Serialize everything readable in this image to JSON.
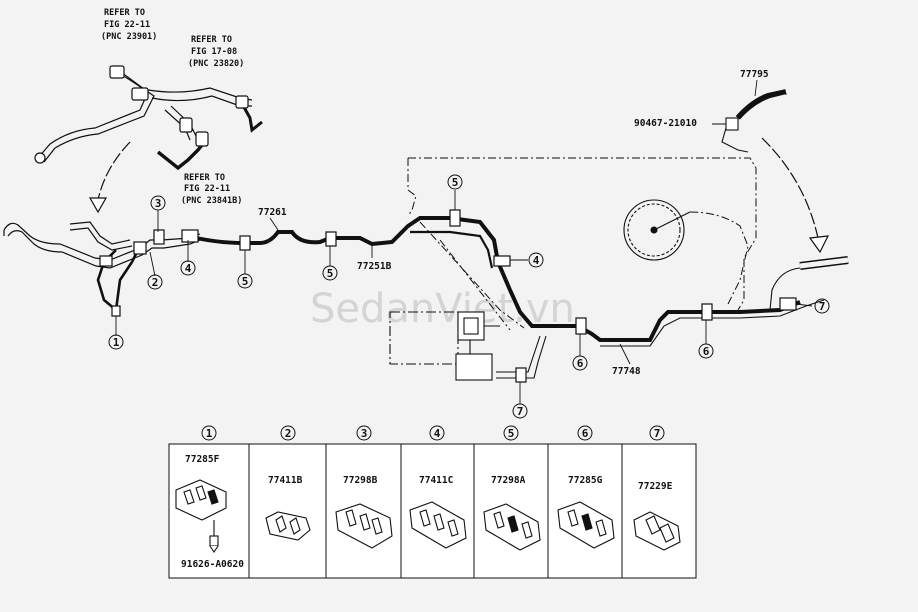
{
  "refer_notes": {
    "a": [
      "REFER TO",
      "FIG 22-11",
      "(PNC 23901)"
    ],
    "b": [
      "REFER TO",
      "FIG 17-08",
      "(PNC 23820)"
    ],
    "c": [
      "REFER TO",
      "FIG 22-11",
      "(PNC 23841B)"
    ]
  },
  "part_labels": {
    "p77261": "77261",
    "p77251b": "77251B",
    "p77748": "77748",
    "p77795": "77795",
    "p90467": "90467-21010"
  },
  "callouts": {
    "c1": "1",
    "c2": "2",
    "c3": "3",
    "c4a": "4",
    "c4b": "4",
    "c5a": "5",
    "c5b": "5",
    "c5c": "5",
    "c6a": "6",
    "c6b": "6",
    "c7a": "7",
    "c7b": "7"
  },
  "watermark": "SedanViet.vn",
  "legend": [
    {
      "num": "1",
      "part": "77285F",
      "sub": "91626-A0620"
    },
    {
      "num": "2",
      "part": "77411B"
    },
    {
      "num": "3",
      "part": "77298B"
    },
    {
      "num": "4",
      "part": "77411C"
    },
    {
      "num": "5",
      "part": "77298A"
    },
    {
      "num": "6",
      "part": "77285G"
    },
    {
      "num": "7",
      "part": "77229E"
    }
  ]
}
